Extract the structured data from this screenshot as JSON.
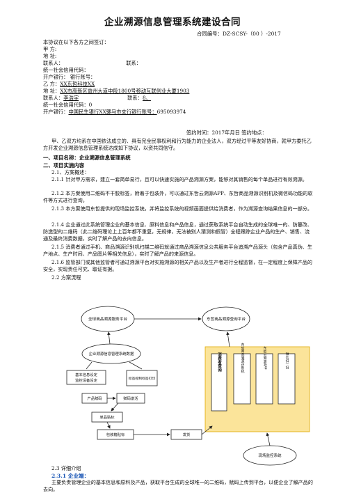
{
  "doc": {
    "title": "企业溯源信息管理系统建设合同",
    "contract_no": "合同编号：DZ-SCSY-（00 ）-2017",
    "intro": "本协议在以下各方之间签订：",
    "party_a": {
      "label": "甲    方:",
      "address": "地    址:",
      "contact": "联系人：",
      "phone": "联系：",
      "credit_code": "统一社会信用代码：",
      "bank": "开户银行：  银行账号："
    },
    "party_b": {
      "name_label": "乙    方：",
      "name": "XX东哲科技XX",
      "address_label": "地    址：",
      "address": "XX市高新区益州大道中段1800号移动互联创业大厦1903",
      "contact_label": "联系人：",
      "contact": "李浩宇",
      "phone_label": "联系：",
      "phone": "8、",
      "credit_code": "统一社会信用代码：0",
      "bank_label": "开户银行：",
      "bank": "中国民生银行XX骡马市支行银行账号：",
      "account": "695093974"
    },
    "signed": "签约时间：2017年月日       签约地点：",
    "preamble": "甲、乙双方均系在中国依法成立的、具有完全民事权利和行为能力的企业法人，双方经过平等友好协商，就甲方委托乙方开发企业溯源信息管理系统达成如下协议，以资共同信守。",
    "sec1": "一、项目名称：企业溯源信息管理系统",
    "sec2": "二、项目实施内容",
    "s21": "2.1、方案概述：",
    "p211": "2.1.1 针对甲方需求，建立一套简单易行，且可以快速实施的产品溯源方案，能够对其销售的每个单品进行有效溯源。",
    "p212": "2.1.2 本方案使用二维码不干胶标签，附着于包装外，可以通过东哲云溯源APP、东哲商品溯源识别机及微信码功能的软件等方式进行查询。",
    "p213": "2.1.3 本方案使用东哲提供的现场监控系统，并将监控系统的视频画面提供给消费者，作为溯源查询结果信息的一部分。",
    "p214": "2.1.4 企业通过此系统管理企业的基本信息、原料信息和产品信息，通过获取系统平台自动生成的全球唯一的、防篡改、防造型的二维码（此二维码理论上上百年都不重复，无规律，无法被别人猜测和假冒）全程跟踪企业产品的生产、销售、流通及最终消费数据，实时了解产品的去向信息。",
    "p215": "2.1.5 消费者通过手机、商品溯源识别机扫描二维码就通过商品溯源信息公共服务平台追溯产品源头（包含产品真伪、生产地点、生产时间、产品图片等相关信息），实时了解产品的来源信息。",
    "p216": "2.1.6 监管部门或其他监管者可通过溯源平台对实施溯源的相关产品以及生产者进行全程监督，在一定程度上保障产品的安全，实现责任可究、取证有据。",
    "s22": "2.2 方案流程",
    "s23": "2.3 详细介绍",
    "s231": "2.3.1 企业端：",
    "p231": "主要负责管理企业的基本信息和原料及产品，获取平台生成的全球唯一的二维码，赋码上传到平台，以便企业了解产品的去向。"
  },
  "diagram": {
    "global_service": "全球商品溯源服务平台",
    "query_platform": "东哲商品溯源查询平台",
    "enterprise_system": "企业溯源信息管理系统数据",
    "basic_info": "基本信息设定",
    "monitor_info": "监控设备设定",
    "label_print": "标签控制标签打印",
    "product_code": "产品赋码",
    "code_activate": "赋码激活",
    "single_label": "单品贴标",
    "pack_label": "包装箱贴标",
    "ship": "发货",
    "consumer": "消费者查询",
    "recognizer": "东哲商品溯源识别机",
    "app": "东哲云溯源APP",
    "wechat": "微信扫一扫",
    "monitor_system": "现场监控系统"
  },
  "colors": {
    "blue_heading": "#1a56b5",
    "yellow_box": "#fbe49a",
    "yellow_border": "#e0a800"
  }
}
